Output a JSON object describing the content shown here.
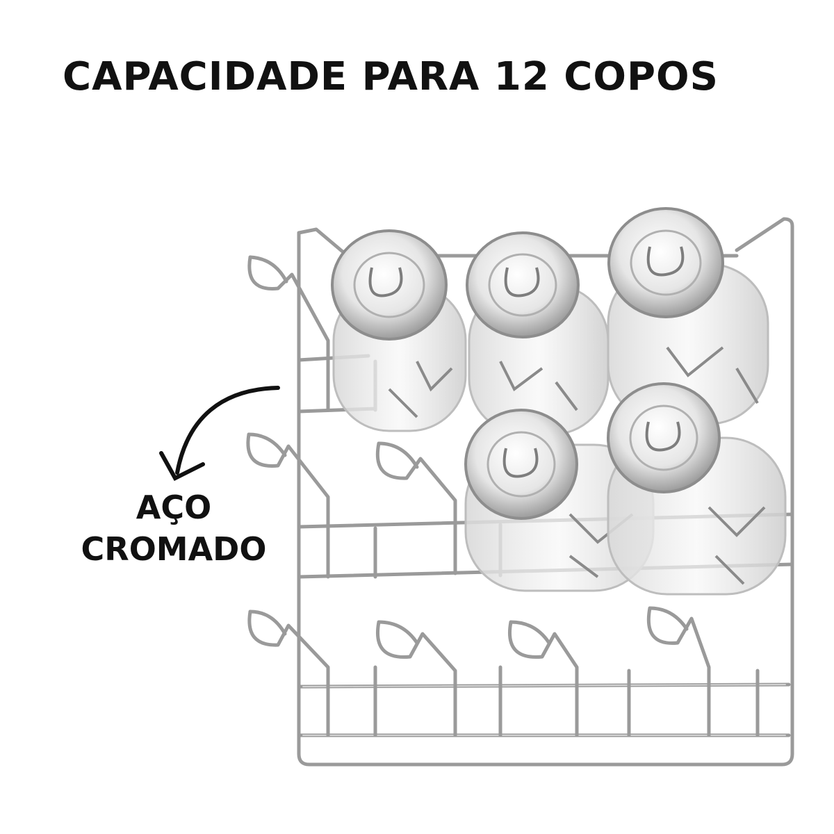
{
  "headline": "CAPACIDADE PARA 12 COPOS",
  "callout": {
    "line1": "AÇO",
    "line2": "CROMADO"
  },
  "product": {
    "glasses_shown": 5,
    "colors": {
      "wire": "#9a9a9a",
      "glass": "#dcdcdc",
      "text": "#111111"
    }
  }
}
